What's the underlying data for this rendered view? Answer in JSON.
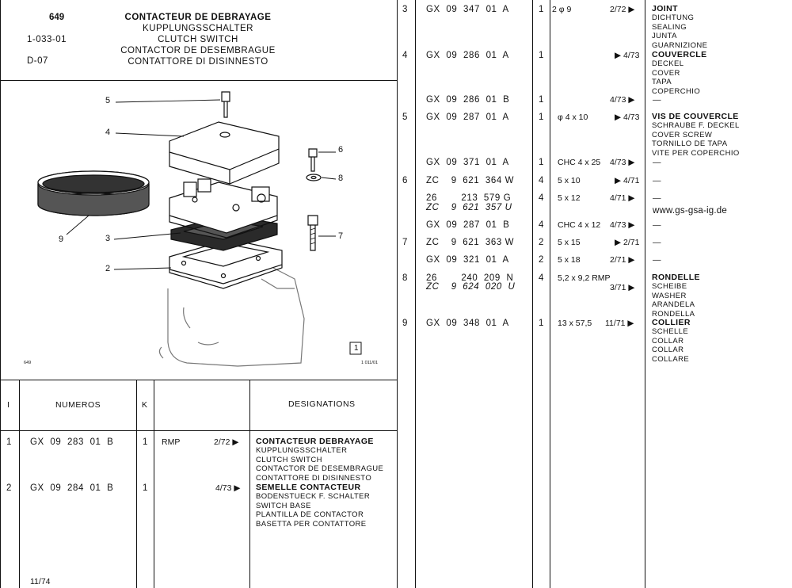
{
  "header": {
    "page_number": "649",
    "ref_code": "1-033-01",
    "section_code": "D-07",
    "titles": [
      "CONTACTEUR DE DEBRAYAGE",
      "KUPPLUNGSSCHALTER",
      "CLUTCH SWITCH",
      "CONTACTOR DE DESEMBRAGUE",
      "CONTATTORE DI DISINNESTO"
    ]
  },
  "diagram": {
    "callouts": [
      "5",
      "4",
      "6",
      "8",
      "9",
      "3",
      "7",
      "2"
    ],
    "figure_box_label": "1",
    "small_left": "649",
    "small_right": "1 011/01"
  },
  "table_headers": {
    "col_i": "I",
    "col_numeros": "NUMEROS",
    "col_k": "K",
    "col_designations": "DESIGNATIONS"
  },
  "left_rows": [
    {
      "i": "1",
      "numero": "GX  09  283  01  B",
      "k": "1",
      "note": "RMP",
      "date": "2/72 ▶",
      "designations": [
        "CONTACTEUR DEBRAYAGE",
        "KUPPLUNGSSCHALTER",
        "CLUTCH SWITCH",
        "CONTACTOR DE DESEMBRAGUE",
        "CONTATTORE DI DISINNESTO"
      ]
    },
    {
      "i": "2",
      "numero": "GX  09  284  01  B",
      "k": "1",
      "note": "",
      "date": "4/73 ▶",
      "designations": [
        "SEMELLE CONTACTEUR",
        "BODENSTUECK F. SCHALTER",
        "SWITCH BASE",
        "PLANTILLA DE CONTACTOR",
        "BASETTA PER CONTATTORE"
      ]
    }
  ],
  "footer_date": "11/74",
  "right_rows": [
    {
      "i": "3",
      "numero": "GX  09  347  01  A",
      "k": "1",
      "note": "2 φ 9",
      "date": "2/72 ▶",
      "designations": [
        "JOINT",
        "DICHTUNG",
        "SEALING",
        "JUNTA",
        "GUARNIZIONE"
      ]
    },
    {
      "i": "4",
      "numero": "GX  09  286  01  A",
      "k": "1",
      "note": "",
      "date": "▶ 4/73",
      "designations": [
        "COUVERCLE",
        "DECKEL",
        "COVER",
        "TAPA",
        "COPERCHIO"
      ]
    },
    {
      "i": "",
      "numero": "GX  09  286  01  B",
      "k": "1",
      "note": "",
      "date": "4/73 ▶",
      "designations": [
        "—"
      ]
    },
    {
      "i": "5",
      "numero": "GX  09  287  01  A",
      "k": "1",
      "note": "φ 4 x 10",
      "date": "▶ 4/73",
      "designations": [
        "VIS DE COUVERCLE",
        "SCHRAUBE F. DECKEL",
        "COVER SCREW",
        "TORNILLO DE TAPA",
        "VITE PER COPERCHIO"
      ]
    },
    {
      "i": "",
      "numero": "GX  09  371  01  A",
      "k": "1",
      "note": "CHC 4 x 25",
      "date": "4/73 ▶",
      "designations": [
        "—"
      ]
    },
    {
      "i": "6",
      "numero": "ZC    9  621  364 W",
      "k": "4",
      "note": "5 x 10",
      "date": "▶ 4/71",
      "designations": [
        "—"
      ]
    },
    {
      "i": "",
      "numero": "26        213  579 G",
      "numero2": "ZC    9  621  357 U",
      "k": "4",
      "note": "5 x 12",
      "date": "4/71 ▶",
      "designations": [
        "—"
      ]
    },
    {
      "i": "",
      "numero": "GX  09  287  01  B",
      "k": "4",
      "note": "CHC 4 x 12",
      "date": "4/73 ▶",
      "designations": [
        "—"
      ]
    },
    {
      "i": "7",
      "numero": "ZC    9  621  363 W",
      "k": "2",
      "note": "5 x 15",
      "date": "▶ 2/71",
      "designations": [
        "—"
      ]
    },
    {
      "i": "",
      "numero": "GX  09  321  01  A",
      "k": "2",
      "note": "5 x 18",
      "date": "2/71 ▶",
      "designations": [
        "—"
      ]
    },
    {
      "i": "8",
      "numero": "26        240  209  N",
      "numero2": "ZC    9  624  020  U",
      "k": "4",
      "note": "5,2 x 9,2 RMP",
      "date": "3/71 ▶",
      "designations": [
        "RONDELLE",
        "SCHEIBE",
        "WASHER",
        "ARANDELA",
        "RONDELLA"
      ]
    },
    {
      "i": "9",
      "numero": "GX  09  348  01  A",
      "k": "1",
      "note": "13 x 57,5",
      "date": "11/71 ▶",
      "designations": [
        "COLLIER",
        "SCHELLE",
        "COLLAR",
        "COLLAR",
        "COLLARE"
      ]
    }
  ],
  "watermark": "www.gs-gsa-ig.de"
}
